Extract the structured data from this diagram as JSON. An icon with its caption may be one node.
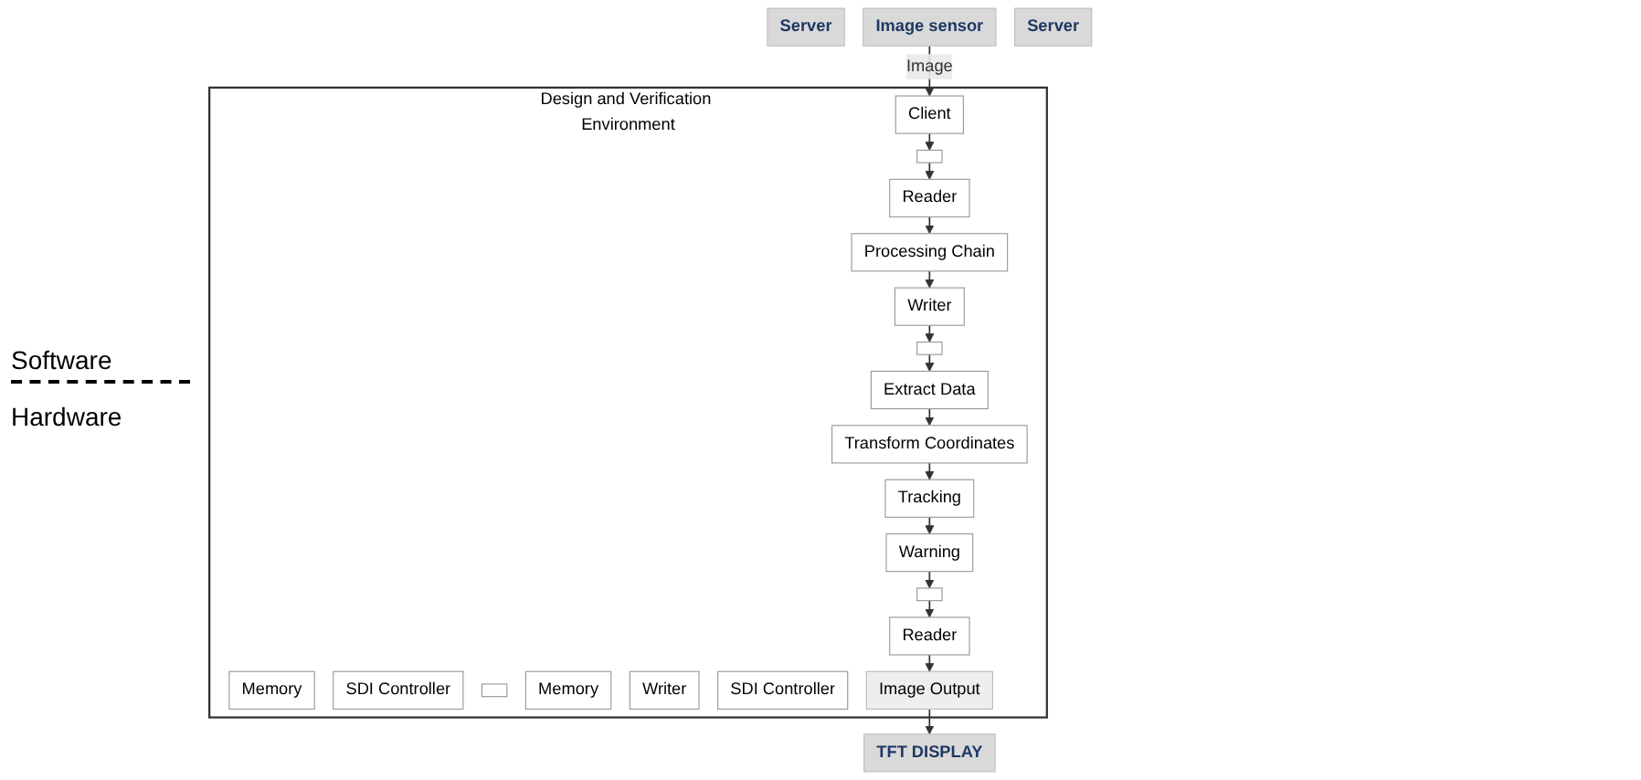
{
  "diagram": {
    "nodes": [
      {
        "text": [
          "Server"
        ]
      },
      {
        "text": [
          "Image sensor"
        ]
      },
      {
        "text": [
          "Design and Verification Environment"
        ]
      },
      {
        "text": [
          "Client"
        ],
        "in": 2
      },
      {
        "text": [
          "Extract Data"
        ],
        "in": 2
      },
      {
        "text": [
          "Transform Coordinates"
        ],
        "in": 2
      },
      {
        "text": [
          "Tracking"
        ],
        "in": 2
      },
      {
        "text": [
          "Warning"
        ],
        "in": 2
      },
      {
        "text": [],
        "shape": "box",
        "in": 2
      },
      {
        "text": [
          "Memory"
        ],
        "in": 2
      },
      {
        "text": [],
        "shape": "box",
        "in": 2
      },
      {
        "text": [
          "Reader"
        ],
        "in": 2
      },
      {
        "text": [
          "SDI Controller"
        ],
        "in": 2
      },
      {
        "text": [
          "Writer"
        ],
        "in": 2
      },
      {
        "text": [
          "Processing Chain"
        ],
        "in": 2
      },
      {
        "text": [],
        "shape": "box",
        "in": 2
      },
      {
        "text": [
          "Memory"
        ],
        "in": 2
      },
      {
        "text": [],
        "shape": "box",
        "in": 2
      },
      {
        "text": [
          "Writer"
        ],
        "in": 2
      },
      {
        "text": [
          "SDI Controller"
        ],
        "in": 2
      },
      {
        "text": [
          "Reader"
        ],
        "in": 2
      },
      {
        "text": [
          "Image Output"
        ],
        "in": 2
      },
      {
        "text": [
          "Server"
        ]
      },
      {
        "text": [
          "TFT DISPLAY"
        ]
      }
    ],
    "edges": [
      {
        "from": 1,
        "to": 3,
        "arrow": "to",
        "label": "Image"
      },
      {
        "from": 3,
        "to": 8,
        "arrow": "to"
      },
      {
        "from": 8,
        "to": 11,
        "arrow": "to"
      },
      {
        "from": 11,
        "to": 14,
        "arrow": "to"
      },
      {
        "from": 14,
        "to": 13,
        "arrow": "to"
      },
      {
        "from": 13,
        "to": 10,
        "arrow": "to"
      },
      {
        "from": 10,
        "to": 4,
        "arrow": "to"
      },
      {
        "from": 4,
        "to": 5,
        "arrow": "to"
      },
      {
        "from": 5,
        "to": 6,
        "arrow": "to"
      },
      {
        "from": 6,
        "to": 7,
        "arrow": "to"
      },
      {
        "from": 7,
        "to": 17,
        "arrow": "to"
      },
      {
        "from": 17,
        "to": 20,
        "arrow": "to"
      },
      {
        "from": 20,
        "to": 21,
        "arrow": "to"
      },
      {
        "from": 21,
        "to": 23,
        "arrow": "to"
      }
    ],
    "labels": [
      "Software",
      "Hardware"
    ]
  }
}
